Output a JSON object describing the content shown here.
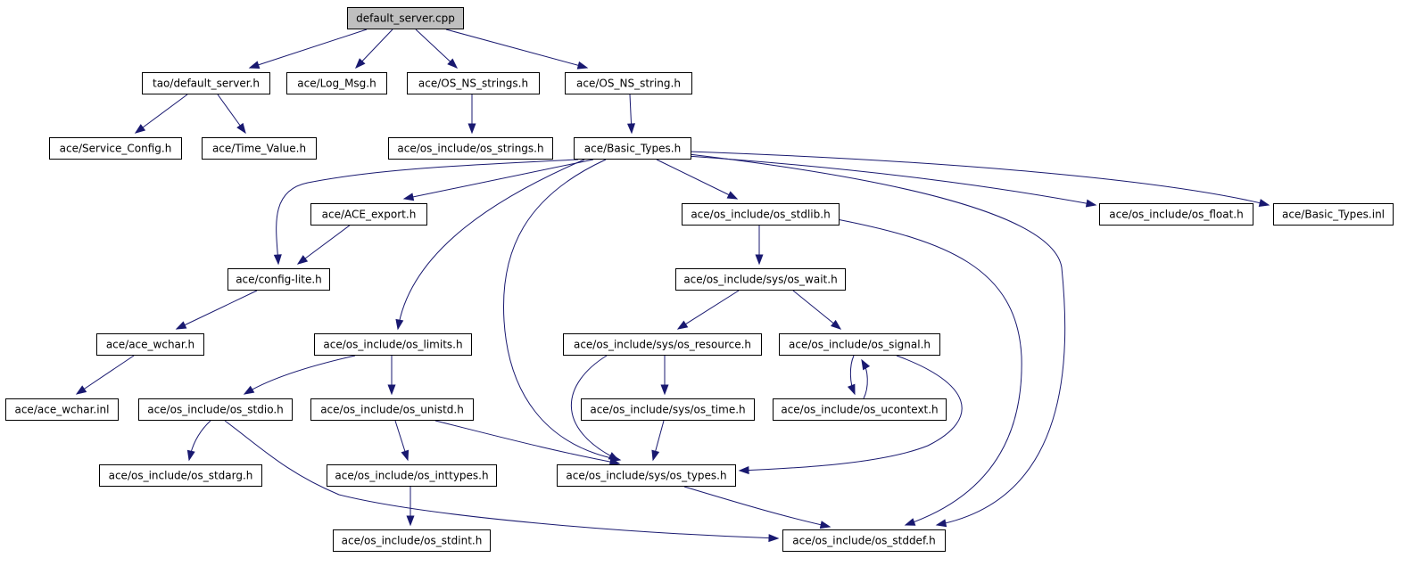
{
  "graph": {
    "root": "default_server.cpp",
    "nodes": [
      {
        "id": "root",
        "label": "default_server.cpp"
      },
      {
        "id": "tao_default_server",
        "label": "tao/default_server.h"
      },
      {
        "id": "log_msg",
        "label": "ace/Log_Msg.h"
      },
      {
        "id": "os_ns_strings",
        "label": "ace/OS_NS_strings.h"
      },
      {
        "id": "os_ns_string",
        "label": "ace/OS_NS_string.h"
      },
      {
        "id": "service_config",
        "label": "ace/Service_Config.h"
      },
      {
        "id": "time_value",
        "label": "ace/Time_Value.h"
      },
      {
        "id": "os_strings",
        "label": "ace/os_include/os_strings.h"
      },
      {
        "id": "basic_types",
        "label": "ace/Basic_Types.h"
      },
      {
        "id": "ace_export",
        "label": "ace/ACE_export.h"
      },
      {
        "id": "os_stdlib",
        "label": "ace/os_include/os_stdlib.h"
      },
      {
        "id": "os_float",
        "label": "ace/os_include/os_float.h"
      },
      {
        "id": "basic_types_inl",
        "label": "ace/Basic_Types.inl"
      },
      {
        "id": "config_lite",
        "label": "ace/config-lite.h"
      },
      {
        "id": "os_wait",
        "label": "ace/os_include/sys/os_wait.h"
      },
      {
        "id": "ace_wchar",
        "label": "ace/ace_wchar.h"
      },
      {
        "id": "os_limits",
        "label": "ace/os_include/os_limits.h"
      },
      {
        "id": "os_resource",
        "label": "ace/os_include/sys/os_resource.h"
      },
      {
        "id": "os_signal",
        "label": "ace/os_include/os_signal.h"
      },
      {
        "id": "ace_wchar_inl",
        "label": "ace/ace_wchar.inl"
      },
      {
        "id": "os_stdio",
        "label": "ace/os_include/os_stdio.h"
      },
      {
        "id": "os_unistd",
        "label": "ace/os_include/os_unistd.h"
      },
      {
        "id": "os_time",
        "label": "ace/os_include/sys/os_time.h"
      },
      {
        "id": "os_ucontext",
        "label": "ace/os_include/os_ucontext.h"
      },
      {
        "id": "os_stdarg",
        "label": "ace/os_include/os_stdarg.h"
      },
      {
        "id": "os_inttypes",
        "label": "ace/os_include/os_inttypes.h"
      },
      {
        "id": "os_types",
        "label": "ace/os_include/sys/os_types.h"
      },
      {
        "id": "os_stdint",
        "label": "ace/os_include/os_stdint.h"
      },
      {
        "id": "os_stddef",
        "label": "ace/os_include/os_stddef.h"
      }
    ],
    "edges": [
      {
        "from": "root",
        "to": "tao_default_server"
      },
      {
        "from": "root",
        "to": "log_msg"
      },
      {
        "from": "root",
        "to": "os_ns_strings"
      },
      {
        "from": "root",
        "to": "os_ns_string"
      },
      {
        "from": "tao_default_server",
        "to": "service_config"
      },
      {
        "from": "tao_default_server",
        "to": "time_value"
      },
      {
        "from": "os_ns_strings",
        "to": "os_strings"
      },
      {
        "from": "os_ns_string",
        "to": "basic_types"
      },
      {
        "from": "basic_types",
        "to": "config_lite"
      },
      {
        "from": "basic_types",
        "to": "ace_export"
      },
      {
        "from": "basic_types",
        "to": "os_limits"
      },
      {
        "from": "basic_types",
        "to": "os_types"
      },
      {
        "from": "basic_types",
        "to": "os_stdlib"
      },
      {
        "from": "basic_types",
        "to": "os_float"
      },
      {
        "from": "basic_types",
        "to": "basic_types_inl"
      },
      {
        "from": "basic_types",
        "to": "os_stddef"
      },
      {
        "from": "ace_export",
        "to": "config_lite"
      },
      {
        "from": "config_lite",
        "to": "ace_wchar"
      },
      {
        "from": "ace_wchar",
        "to": "ace_wchar_inl"
      },
      {
        "from": "os_stdlib",
        "to": "os_wait"
      },
      {
        "from": "os_stdlib",
        "to": "os_stddef"
      },
      {
        "from": "os_wait",
        "to": "os_resource"
      },
      {
        "from": "os_wait",
        "to": "os_signal"
      },
      {
        "from": "os_limits",
        "to": "os_stdio"
      },
      {
        "from": "os_limits",
        "to": "os_unistd"
      },
      {
        "from": "os_resource",
        "to": "os_time"
      },
      {
        "from": "os_resource",
        "to": "os_types"
      },
      {
        "from": "os_signal",
        "to": "os_ucontext"
      },
      {
        "from": "os_ucontext",
        "to": "os_signal"
      },
      {
        "from": "os_signal",
        "to": "os_types"
      },
      {
        "from": "os_time",
        "to": "os_types"
      },
      {
        "from": "os_stdio",
        "to": "os_stdarg"
      },
      {
        "from": "os_stdio",
        "to": "os_stddef"
      },
      {
        "from": "os_unistd",
        "to": "os_inttypes"
      },
      {
        "from": "os_unistd",
        "to": "os_types"
      },
      {
        "from": "os_inttypes",
        "to": "os_stdint"
      },
      {
        "from": "os_types",
        "to": "os_stddef"
      }
    ]
  },
  "colors": {
    "edge": "#191970",
    "root_fill": "#bfbfbf",
    "node_fill": "#ffffff",
    "node_border": "#000000"
  }
}
